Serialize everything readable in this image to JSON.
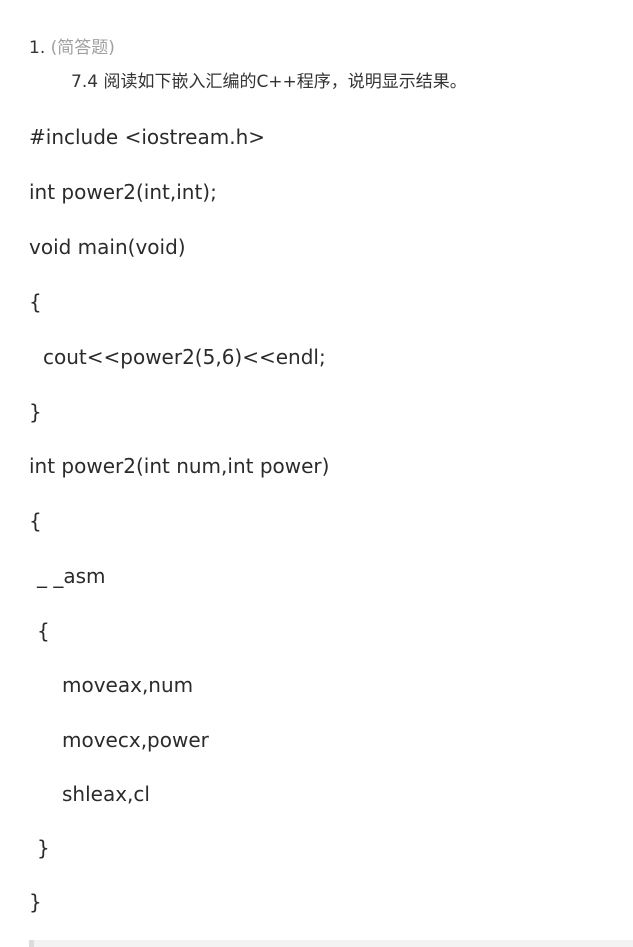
{
  "question": {
    "number": "1.",
    "type": "(简答题)",
    "prompt": "7.4 阅读如下嵌入汇编的C++程序，说明显示结果。"
  },
  "code_lines": [
    "#include <iostream.h>",
    "int power2(int,int);",
    "void main(void)",
    "{",
    "cout<<power2(5,6)<<endl;",
    "}",
    "int power2(int num,int power)",
    "{",
    "_ _asm",
    "{",
    "moveax,num",
    "movecx,power",
    "shleax,cl",
    "}",
    "}"
  ]
}
